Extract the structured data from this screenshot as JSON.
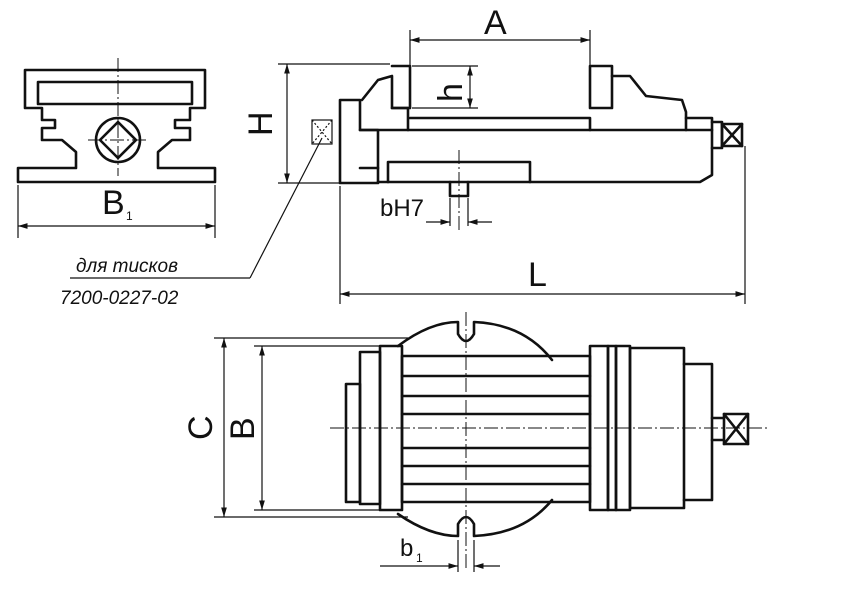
{
  "labels": {
    "A": "A",
    "H": "H",
    "h": "h",
    "B1_main": "B",
    "B1_sub": "1",
    "bH7": "bH7",
    "L": "L",
    "C": "C",
    "B": "B",
    "b1_main": "b",
    "b1_sub": "1"
  },
  "note": {
    "line1": "для тисков",
    "line2": "7200-0227-02"
  }
}
